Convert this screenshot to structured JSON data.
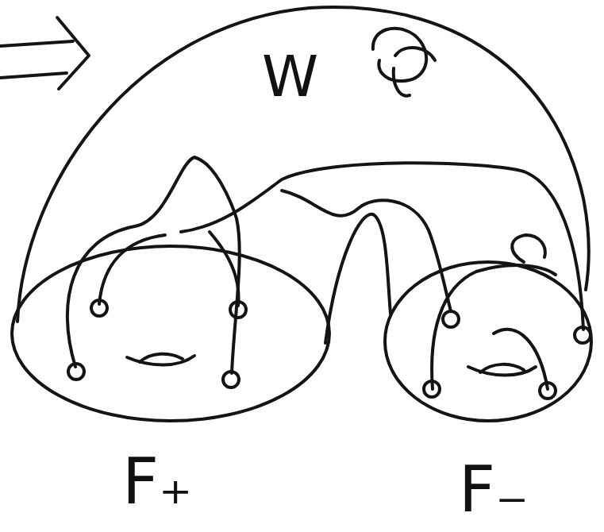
{
  "diagram": {
    "nodes": [
      {
        "text": [
          "W"
        ]
      },
      {
        "text": [
          "F₊"
        ]
      },
      {
        "text": [
          "F₋"
        ]
      }
    ]
  }
}
